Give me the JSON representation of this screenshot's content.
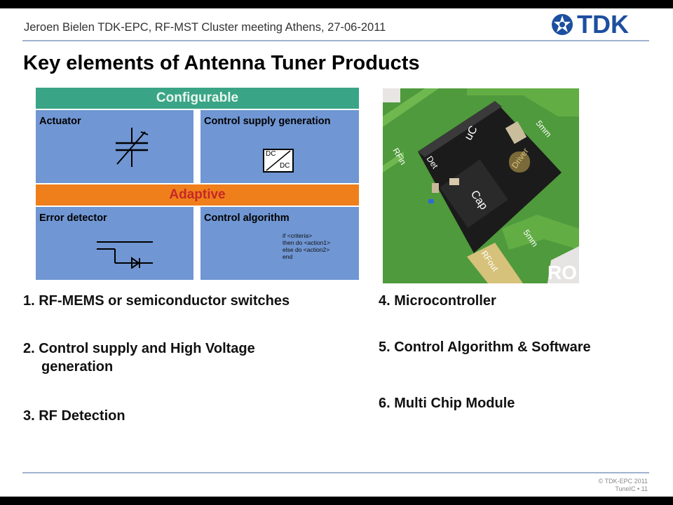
{
  "header": {
    "text": "Jeroen Bielen TDK-EPC, RF-MST Cluster meeting Athens, 27-06-2011",
    "logo": "TDK"
  },
  "title": "Key elements of Antenna Tuner Products",
  "diagram": {
    "configurable": {
      "label": "Configurable",
      "actuator": "Actuator",
      "control_supply": "Control supply generation",
      "dc_top": "DC",
      "dc_bottom": "DC"
    },
    "adaptive": {
      "label": "Adaptive",
      "error_detector": "Error detector",
      "control_algorithm": "Control algorithm",
      "algorithm_lines": [
        "if <criteria>",
        "then do <action1>",
        "else do <action2>",
        "end"
      ]
    },
    "colors": {
      "green": "#3aa486",
      "orange": "#ef7f1b",
      "blue": "#7096d3",
      "red_text": "#c62828"
    }
  },
  "photo": {
    "labels": [
      "RFin",
      "Det",
      "uC",
      "Driver",
      "5mm",
      "Cap",
      "5mm",
      "RFout",
      "RO"
    ]
  },
  "list": [
    "1. RF-MEMS or semiconductor switches",
    "2. Control supply and High Voltage",
    "generation",
    "3. RF Detection",
    "4. Microcontroller",
    "5. Control Algorithm & Software",
    "6. Multi Chip Module"
  ],
  "footer": {
    "line1": "© TDK-EPC 2011",
    "line2": "TuneIC • 11"
  }
}
